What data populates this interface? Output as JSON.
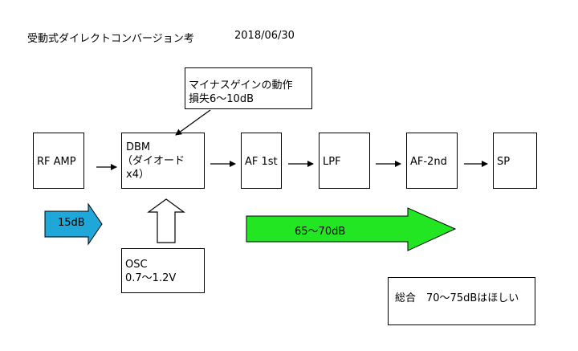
{
  "header": {
    "title": "受動式ダイレクトコンバージョン考",
    "date": "2018/06/30"
  },
  "note": {
    "line1": "マイナスゲインの動作",
    "line2": "損失6～10dB"
  },
  "blocks": {
    "rf_amp": "RF AMP",
    "dbm": {
      "line1": "DBM",
      "line2": "（ダイオード",
      "line3": "x4）"
    },
    "af1": "AF 1st",
    "lpf": "LPF",
    "af2": "AF-2nd",
    "sp": "SP",
    "osc": {
      "line1": "OSC",
      "line2": "0.7～1.2V"
    }
  },
  "gains": {
    "rf": "15dB",
    "af": "65～70dB"
  },
  "total": "総合　70～75dBはほしい",
  "colors": {
    "rf_arrow": "#1ea7d8",
    "af_arrow": "#22e622"
  }
}
